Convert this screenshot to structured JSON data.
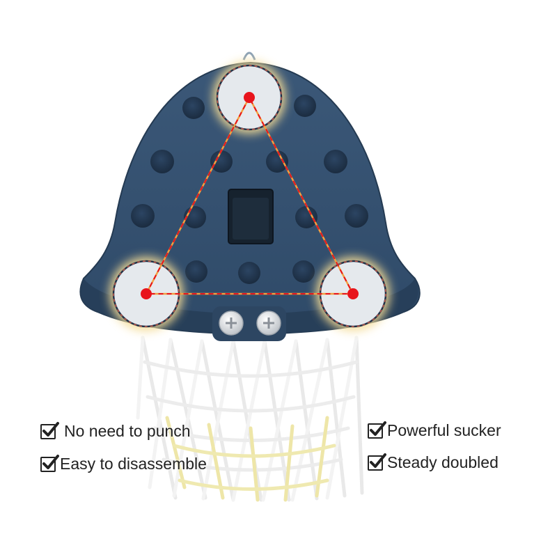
{
  "features": [
    {
      "label": "No need to punch"
    },
    {
      "label": "Easy to disassemble"
    },
    {
      "label": "Powerful sucker"
    },
    {
      "label": "Steady doubled"
    }
  ],
  "colors": {
    "backboard": "#35506e",
    "backboard_dark": "#263d57",
    "suction_cup": "#e6eaee",
    "marker": "#e8141c",
    "glow": "#f3dfa0",
    "net_white": "#f2f2f2",
    "net_yellow": "#ede7ad"
  },
  "icons": {
    "check": "check-mark-icon",
    "screw": "screw-icon",
    "hang_loop": "hang-loop-icon"
  }
}
